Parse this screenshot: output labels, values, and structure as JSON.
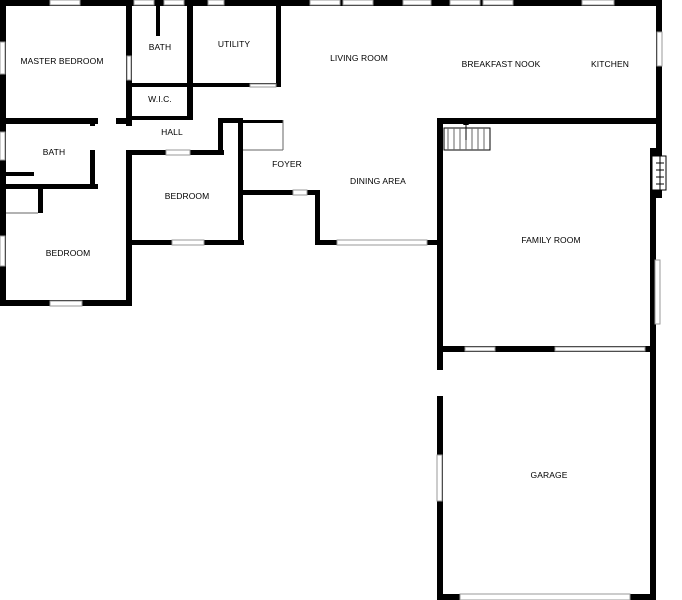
{
  "colors": {
    "wall": "#000000",
    "background": "#ffffff",
    "window_frame": "#9a9a9a"
  },
  "rooms": {
    "master_bedroom": "MASTER BEDROOM",
    "bath_top": "BATH",
    "utility": "UTILITY",
    "wic": "W.I.C.",
    "living_room": "LIVING ROOM",
    "breakfast_nook": "BREAKFAST NOOK",
    "kitchen": "KITCHEN",
    "hall": "HALL",
    "bath_left": "BATH",
    "foyer": "FOYER",
    "bedroom_middle": "BEDROOM",
    "dining_area": "DINING AREA",
    "family_room": "FAMILY ROOM",
    "bedroom_left": "BEDROOM",
    "garage": "GARAGE"
  },
  "icons": {
    "stairs": "stairs-up-arrow-icon",
    "fireplace": "fireplace-icon"
  }
}
